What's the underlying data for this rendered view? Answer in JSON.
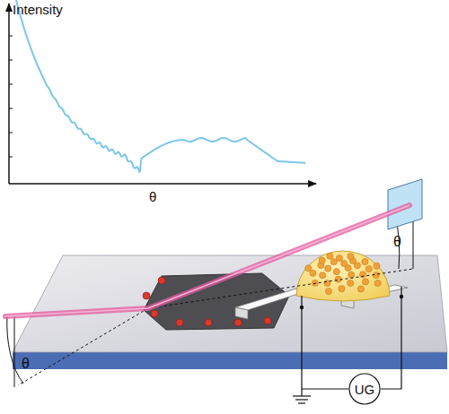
{
  "diagram": {
    "nodes": [
      {
        "text": [
          "UG"
        ]
      }
    ],
    "labels": [
      "Intensity",
      "θ",
      "θ",
      "θ"
    ]
  }
}
